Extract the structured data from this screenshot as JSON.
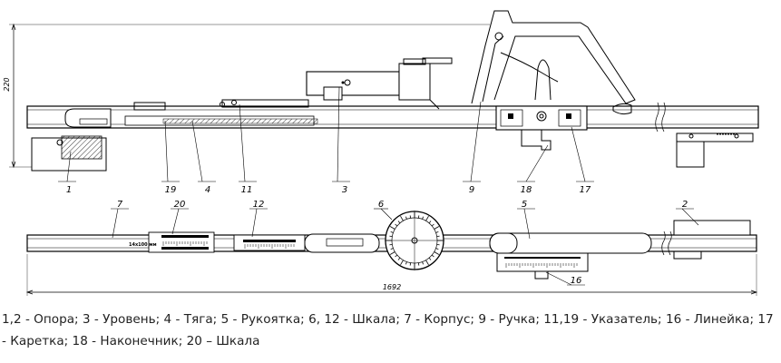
{
  "callouts_top": [
    "1",
    "19",
    "4",
    "11",
    "3",
    "9",
    "18",
    "17"
  ],
  "callouts_bottom": [
    "7",
    "20",
    "12",
    "6",
    "5",
    "2",
    "16"
  ],
  "dimensions": {
    "height": "220",
    "length": "1692"
  },
  "small_marks": {
    "scale_text": "14x100 мм"
  },
  "caption": "1,2 - Опора; 3 - Уровень; 4 - Тяга; 5 - Рукоятка; 6, 12 - Шкала; 7 - Корпус; 9 - Ручка; 11,19 - Указатель; 16 - Линейка; 17 - Каретка; 18 - Наконечник; 20 – Шкала"
}
